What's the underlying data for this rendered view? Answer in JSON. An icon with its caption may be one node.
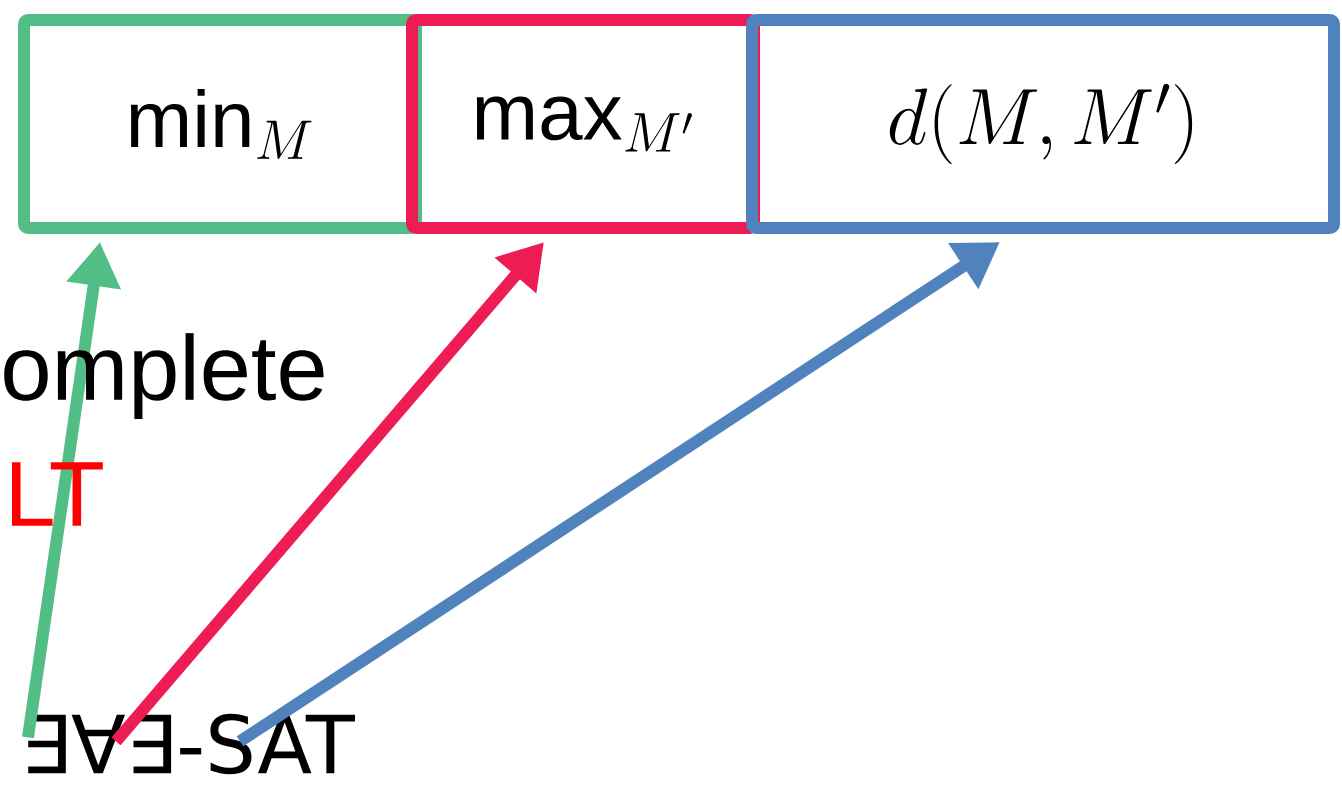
{
  "diagram": {
    "nodes": [
      {
        "text": [
          "\\min_M"
        ]
      },
      {
        "text": [
          "\\max_{M'}"
        ]
      },
      {
        "text": [
          "d(M,M')"
        ]
      },
      {
        "text": [
          "∃∀∃-SAT"
        ]
      }
    ],
    "edges": [
      {
        "from": 3,
        "to": 0,
        "arrow": "to",
        "color": "#52be85"
      },
      {
        "from": 3,
        "to": 1,
        "arrow": "to",
        "color": "#ee1c54"
      },
      {
        "from": 3,
        "to": 2,
        "arrow": "to",
        "color": "#5082be"
      }
    ],
    "labels": [
      "omplete",
      "LT"
    ]
  }
}
